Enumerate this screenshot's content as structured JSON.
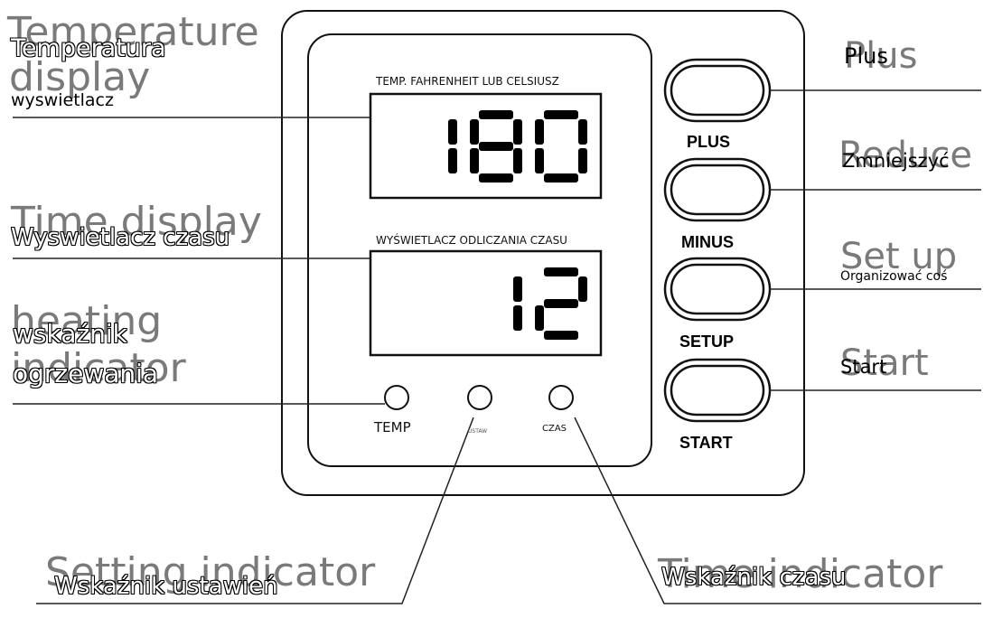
{
  "panel": {
    "temp_caption": "TEMP. FAHRENHEIT LUB CELSIUSZ",
    "temp_value": "180",
    "time_caption": "WYŚWIETLACZ ODLICZANIA CZASU",
    "time_value": "12",
    "indicators": [
      {
        "label": "TEMP"
      },
      {
        "label": "USTAW"
      },
      {
        "label": "CZAS"
      }
    ],
    "buttons": [
      {
        "label": "PLUS"
      },
      {
        "label": "MINUS"
      },
      {
        "label": "SETUP"
      },
      {
        "label": "START"
      }
    ]
  },
  "callouts_left": {
    "temp_display": {
      "en": "Temperature display",
      "en_line1": "Temperature",
      "en_line2": "display",
      "pl_line1": "Temperatura",
      "pl_line2": "wyswietlacz"
    },
    "time_display": {
      "en": "Time display",
      "pl": "Wyswietlacz  czasu"
    },
    "heating_indicator": {
      "en_line1": "heating",
      "en_line2": "indicator",
      "pl_line1": "wskaźnik",
      "pl_line2": "ogrzewania"
    }
  },
  "callouts_right": {
    "plus": {
      "en": "Plus",
      "pl": "Plus"
    },
    "reduce": {
      "en": "Reduce",
      "pl": "Zmniejszyć"
    },
    "setup": {
      "en": "Set up",
      "pl": "Organizować coś"
    },
    "start": {
      "en": "Start",
      "pl": "Start"
    }
  },
  "callouts_bottom": {
    "setting_indicator": {
      "en": "Setting indicator",
      "pl": "Wskaźnik  ustawień"
    },
    "time_indicator": {
      "en": "Time indicator",
      "pl": "Wskaźnik  czasu"
    }
  }
}
